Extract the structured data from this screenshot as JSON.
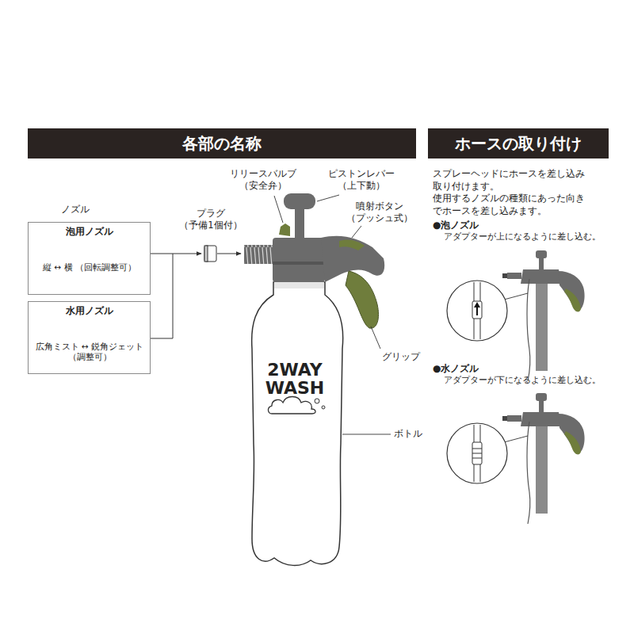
{
  "diagram": {
    "nodes": [
      {
        "text": [
          "各部の名称"
        ]
      },
      {
        "text": [
          "ホースの取り付け"
        ]
      },
      {
        "text": [
          "泡用ノズル",
          "縦 ↔ 横 （回転調整可）"
        ]
      },
      {
        "text": [
          "水用ノズル",
          "広角ミスト ↔ 鋭角ジェット （調整可）"
        ]
      }
    ],
    "labels": [
      "ノズル",
      "プラグ （予備1個付）",
      "リリースバルブ （安全弁）",
      "ピストンレバー （上下動）",
      "噴射ボタン （プッシュ式）",
      "2WAY WASH",
      "グリップ",
      "ボトル",
      "スプレーヘッドにホースを差し込み 取り付けます。 使用するノズルの種類にあった向き でホースを差し込みます。",
      "●泡ノズル",
      "アダプターが上になるように差し込む。",
      "●水ノズル",
      "アダプターが下になるように差し込む。"
    ]
  }
}
